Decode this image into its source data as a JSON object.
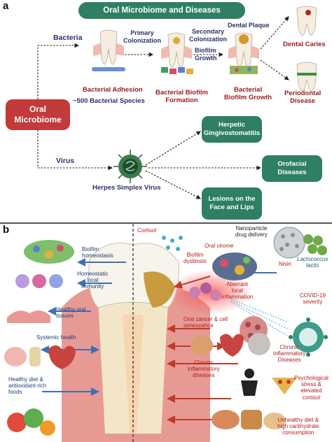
{
  "panel_a": {
    "label": "a",
    "title": "Oral Microbiome and Diseases",
    "center": "Oral\nMicrobiome",
    "bacteria_label": "Bacteria",
    "virus_label": "Virus",
    "primary_colonization": "Primary\nColonization",
    "secondary_colonization": "Secondary\nColonization",
    "biofilm_growth_arrow": "Biofilm\nGrowth",
    "dental_plaque": "Dental Plaque",
    "bacterial_adhesion": "Bacterial Adhesion",
    "species_count": "~500 Bacterial Species",
    "bacterial_biofilm_formation": "Bacterial Biofilm\nFormation",
    "bacterial_biofilm_growth": "Bacterial\nBiofilm Growth",
    "dental_caries": "Dental Caries",
    "periodontal_disease": "Periodontal\nDisease",
    "herpes": "Herpes Simplex Virus",
    "box_herpetic": "Herpetic\nGingivostomatitis",
    "box_orofacial": "Orofacial\nDiseases",
    "box_lesions": "Lesions on the\nFace and Lips"
  },
  "panel_b": {
    "label": "b",
    "left": {
      "biofilm_homeostasis": "Biofilm\nhomeostasis",
      "homeostatic_immunity": "Homeostatic\nlocal\nimmunity",
      "healthy_tissues": "Healthy oral\ntissues",
      "systemic_health": "Systemic health",
      "healthy_diet": "Healthy diet &\nantioxidant-rich\nfoods"
    },
    "right": {
      "cortisol": "Cortisol",
      "oral_virome": "Oral virome",
      "nanoparticle": "Nanoparticle\ndrug delivery",
      "biofilm_dysbiosis": "Biofilm\ndysbiosis",
      "nisin": "Nisin",
      "lactococcus": "Lactococcus\nlactis",
      "aberrant": "Aberrant\nlocal\ninflammation",
      "covid": "COVID-19\nseverity",
      "oral_cancer": "Oral cancer & cell\nsenescence",
      "chronic_inflammatory_diseases": "Chronic\ninflammatory\ndiseases",
      "chronic_inflammatory_Diseases": "Chronic\nInflammatory\nDiseases",
      "psychological": "Psychological\nstress &\nelevated\ncortisol",
      "unhealthy_diet": "Unhealthy diet &\nhigh carbhydrate\nconsumption"
    }
  },
  "colors": {
    "green": "#2f7f62",
    "center_red": "#c23a3a",
    "dark_red": "#9b1b1b",
    "navy": "#2c2f6b",
    "blue_arrow": "#3f6fb5",
    "red_arrow": "#c0392b"
  }
}
